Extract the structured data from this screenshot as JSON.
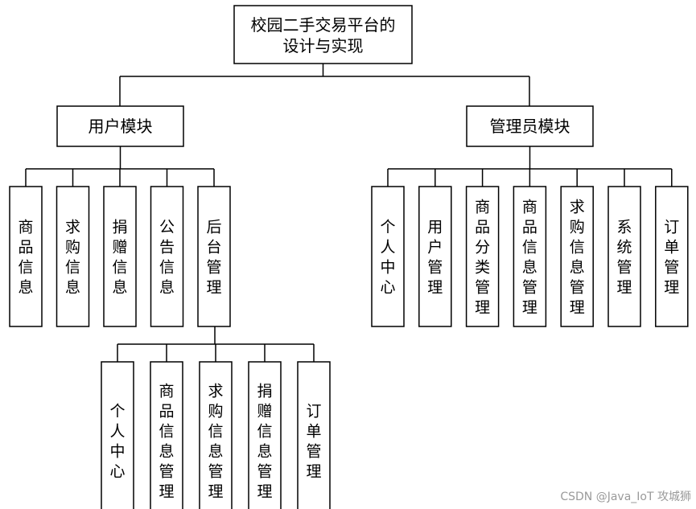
{
  "root": {
    "lines": [
      "校园二手交易平台的",
      "设计与实现"
    ]
  },
  "user_module": {
    "label": "用户模块",
    "children": [
      "商品信息",
      "求购信息",
      "捐赠信息",
      "公告信息",
      "后台管理"
    ]
  },
  "backend": {
    "children": [
      "个人中心",
      "商品信息管理",
      "求购信息管理",
      "捐赠信息管理",
      "订单管理"
    ]
  },
  "admin_module": {
    "label": "管理员模块",
    "children": [
      "个人中心",
      "用户管理",
      "商品分类管理",
      "商品信息管理",
      "求购信息管理",
      "系统管理",
      "订单管理"
    ]
  },
  "watermark": "CSDN @Java_IoT 攻城狮"
}
